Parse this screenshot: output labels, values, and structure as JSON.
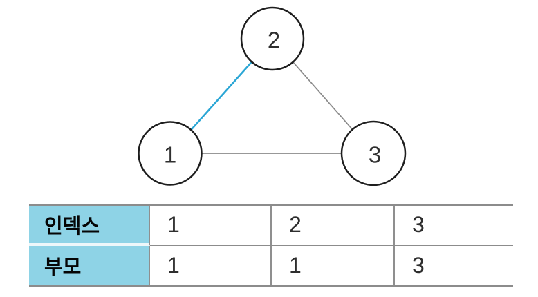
{
  "diagram": {
    "nodes": [
      {
        "id": "1",
        "label": "1"
      },
      {
        "id": "2",
        "label": "2"
      },
      {
        "id": "3",
        "label": "3"
      }
    ],
    "edges": [
      {
        "from": "1",
        "to": "2",
        "highlighted": true
      },
      {
        "from": "2",
        "to": "3",
        "highlighted": false
      },
      {
        "from": "1",
        "to": "3",
        "highlighted": false
      }
    ],
    "colors": {
      "edge_highlight": "#2aa6d5",
      "edge_default": "#8a8a8a",
      "node_stroke": "#1e1e1e",
      "node_fill": "#ffffff"
    }
  },
  "table": {
    "rows": [
      {
        "header": "인덱스",
        "values": [
          "1",
          "2",
          "3"
        ]
      },
      {
        "header": "부모",
        "values": [
          "1",
          "1",
          "3"
        ]
      }
    ],
    "colors": {
      "header_bg": "#8ed3e6",
      "border": "#8c8c8c"
    }
  }
}
